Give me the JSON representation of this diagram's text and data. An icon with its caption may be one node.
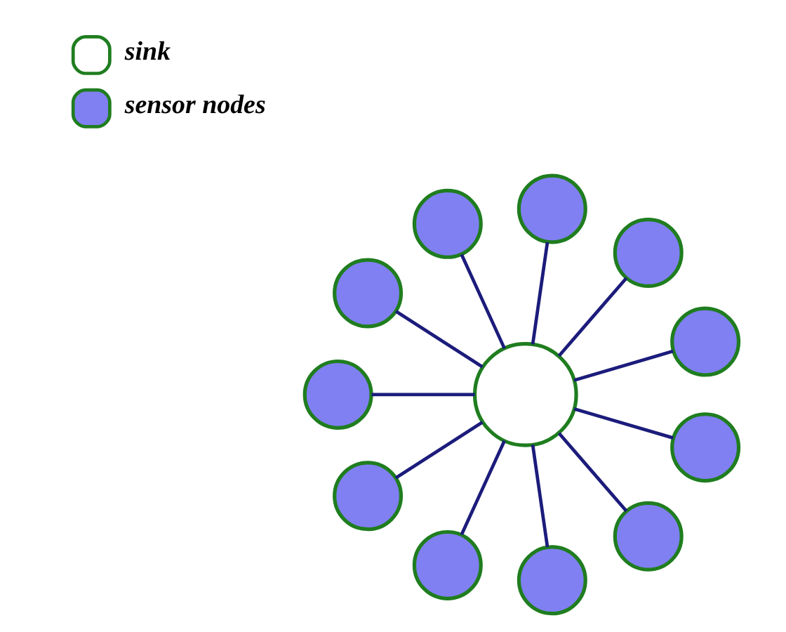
{
  "diagram": {
    "nodes": [
      {
        "text": [],
        "shape": "circle"
      },
      {
        "text": [],
        "shape": "circle"
      },
      {
        "text": [],
        "shape": "circle"
      },
      {
        "text": [],
        "shape": "circle"
      },
      {
        "text": [],
        "shape": "circle"
      },
      {
        "text": [],
        "shape": "circle"
      },
      {
        "text": [],
        "shape": "circle"
      },
      {
        "text": [],
        "shape": "circle"
      },
      {
        "text": [],
        "shape": "circle"
      },
      {
        "text": [],
        "shape": "circle"
      },
      {
        "text": [],
        "shape": "circle"
      },
      {
        "text": [],
        "shape": "circle"
      }
    ],
    "edges": [
      {
        "from": 6,
        "to": 1,
        "arrow": "none"
      },
      {
        "from": 6,
        "to": 0,
        "arrow": "none"
      },
      {
        "from": 6,
        "to": 2,
        "arrow": "none"
      },
      {
        "from": 6,
        "to": 5,
        "arrow": "none"
      },
      {
        "from": 6,
        "to": 8,
        "arrow": "none"
      },
      {
        "from": 6,
        "to": 9,
        "arrow": "none"
      },
      {
        "from": 6,
        "to": 11,
        "arrow": "none"
      },
      {
        "from": 6,
        "to": 10,
        "arrow": "none"
      },
      {
        "from": 6,
        "to": 7,
        "arrow": "none"
      },
      {
        "from": 6,
        "to": 4,
        "arrow": "none"
      },
      {
        "from": 6,
        "to": 3,
        "arrow": "none"
      }
    ],
    "legend": [
      {
        "text": "sink",
        "color": "#ffffff"
      },
      {
        "text": "sensor nodes",
        "color": "#8080f2"
      }
    ]
  }
}
